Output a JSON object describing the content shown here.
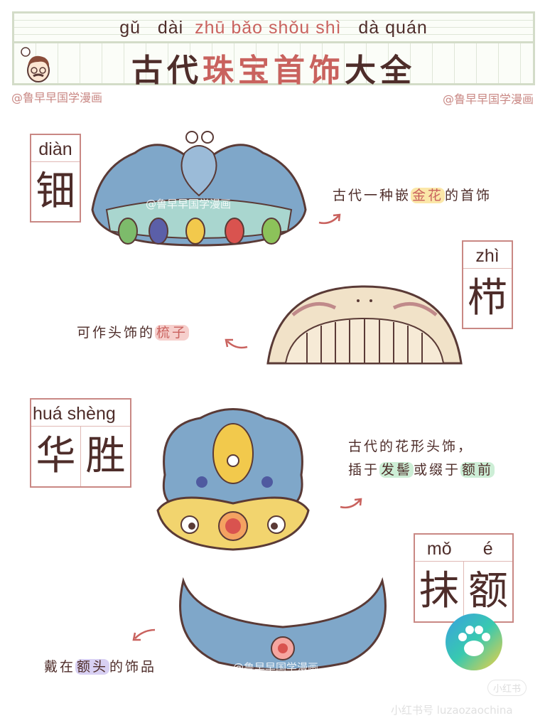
{
  "header": {
    "pinyin": "gǔ   dài  zhū bǎo shǒu shì   dà quán",
    "pinyin_parts": [
      "gǔ   dài  ",
      "zhū bǎo shǒu shì",
      "   dà quán"
    ],
    "title_parts": [
      "古代",
      "珠宝首饰",
      "大全"
    ]
  },
  "watermark": "@鲁早早国学漫画",
  "items": [
    {
      "pinyin": "diàn",
      "char": "钿",
      "desc_pre": "古代一种嵌",
      "desc_hl": "金花",
      "desc_post": "的首饰",
      "hl_color": "#fbe7a8"
    },
    {
      "pinyin": "zhì",
      "char": "栉",
      "desc_pre": "可作头饰的",
      "desc_hl": "梳子",
      "desc_post": "",
      "hl_color": "#f6cfcc"
    },
    {
      "pinyin": "huá shèng",
      "chars": [
        "华",
        "胜"
      ],
      "line1": "古代的花形头饰，",
      "line2_pre": "插于",
      "line2_hl1": "发髻",
      "line2_mid": "或缀于",
      "line2_hl2": "额前",
      "hl_color": "#cdeed6"
    },
    {
      "pinyin": [
        "mǒ",
        "é"
      ],
      "chars": [
        "抹",
        "额"
      ],
      "desc_pre": "戴在",
      "desc_hl": "额头",
      "desc_post": "的饰品",
      "hl_color": "#d8d0f3"
    }
  ],
  "footer": {
    "badge": "小红书",
    "id_text": "小红书号 luzaozaochina"
  },
  "colors": {
    "blue": "#7fa7c9",
    "outline": "#5a3a36",
    "accent": "#c9625e"
  }
}
